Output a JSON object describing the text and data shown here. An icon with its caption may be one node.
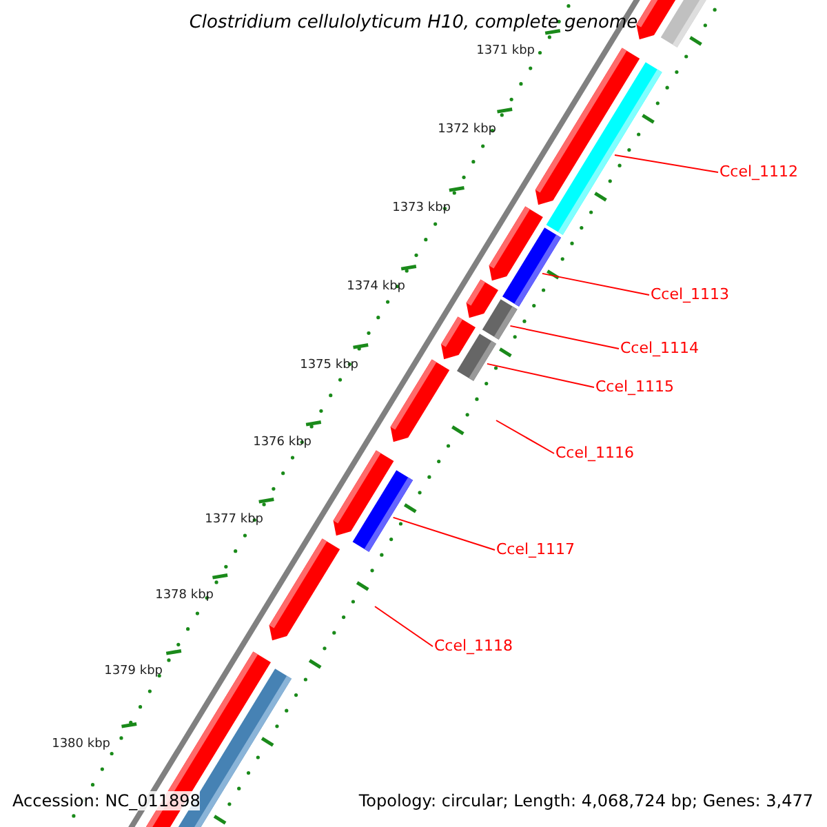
{
  "diagram": {
    "title": "Clostridium cellulolyticum H10, complete genome",
    "nodes": [
      {
        "text": [
          "Ccel_1112"
        ]
      },
      {
        "text": [
          "Ccel_1113"
        ]
      },
      {
        "text": [
          "Ccel_1114"
        ]
      },
      {
        "text": [
          "Ccel_1115"
        ]
      },
      {
        "text": [
          "Ccel_1116"
        ]
      },
      {
        "text": [
          "Ccel_1117"
        ]
      },
      {
        "text": [
          "Ccel_1118"
        ]
      },
      {
        "text": [],
        "shape": "bar"
      },
      {
        "text": [],
        "shape": "bar"
      },
      {
        "text": [],
        "shape": "bar"
      },
      {
        "text": [],
        "shape": "bar"
      },
      {
        "text": [],
        "shape": "bar"
      }
    ],
    "edges": [
      {
        "from": 0,
        "to": 7,
        "arrow": "none"
      },
      {
        "from": 1,
        "to": 8,
        "arrow": "none"
      },
      {
        "from": 2,
        "to": 9,
        "arrow": "none"
      },
      {
        "from": 3,
        "to": 10,
        "arrow": "none"
      },
      {
        "from": 4,
        "to": null,
        "arrow": "none"
      },
      {
        "from": 5,
        "to": 11,
        "arrow": "none"
      },
      {
        "from": 6,
        "to": null,
        "arrow": "none"
      }
    ],
    "labels": [
      "1371 kbp",
      "1372 kbp",
      "1373 kbp",
      "1374 kbp",
      "1375 kbp",
      "1376 kbp",
      "1377 kbp",
      "1378 kbp",
      "1379 kbp",
      "1380 kbp",
      "Accession: NC_011898",
      "Topology: circular; Length: 4,068,724 bp; Genes: 3,477"
    ]
  }
}
